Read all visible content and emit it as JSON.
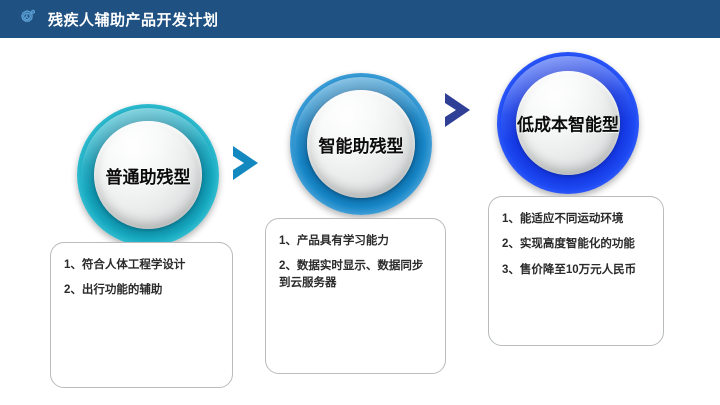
{
  "header": {
    "title": "残疾人辅助产品开发计划",
    "icon": "gear-accessibility-icon",
    "background_color": "#1f5182",
    "text_color": "#ffffff"
  },
  "stages": [
    {
      "id": "stage-1",
      "label": "普通助残型",
      "ring_color": "#16a8bf",
      "arrow_after": {
        "name": "chevron-right-icon",
        "color": "#1389c0"
      },
      "details": [
        "1、符合人体工程学设计",
        "2、出行功能的辅助"
      ]
    },
    {
      "id": "stage-2",
      "label": "智能助残型",
      "ring_color": "#1786c6",
      "arrow_after": {
        "name": "chevron-right-icon",
        "color": "#2f3f96"
      },
      "details": [
        "1、产品具有学习能力",
        "2、数据实时显示、数据同步到云服务器"
      ]
    },
    {
      "id": "stage-3",
      "label": "低成本智能型",
      "ring_color": "#1d49f2",
      "arrow_after": null,
      "details": [
        "1、能适应不同运动环境",
        "2、实现高度智能化的功能",
        "3、售价降至10万元人民币"
      ]
    }
  ],
  "colors": {
    "slide_background": "#ffffff",
    "box_border": "#b9bcbc",
    "body_text": "#2b2b2b"
  }
}
